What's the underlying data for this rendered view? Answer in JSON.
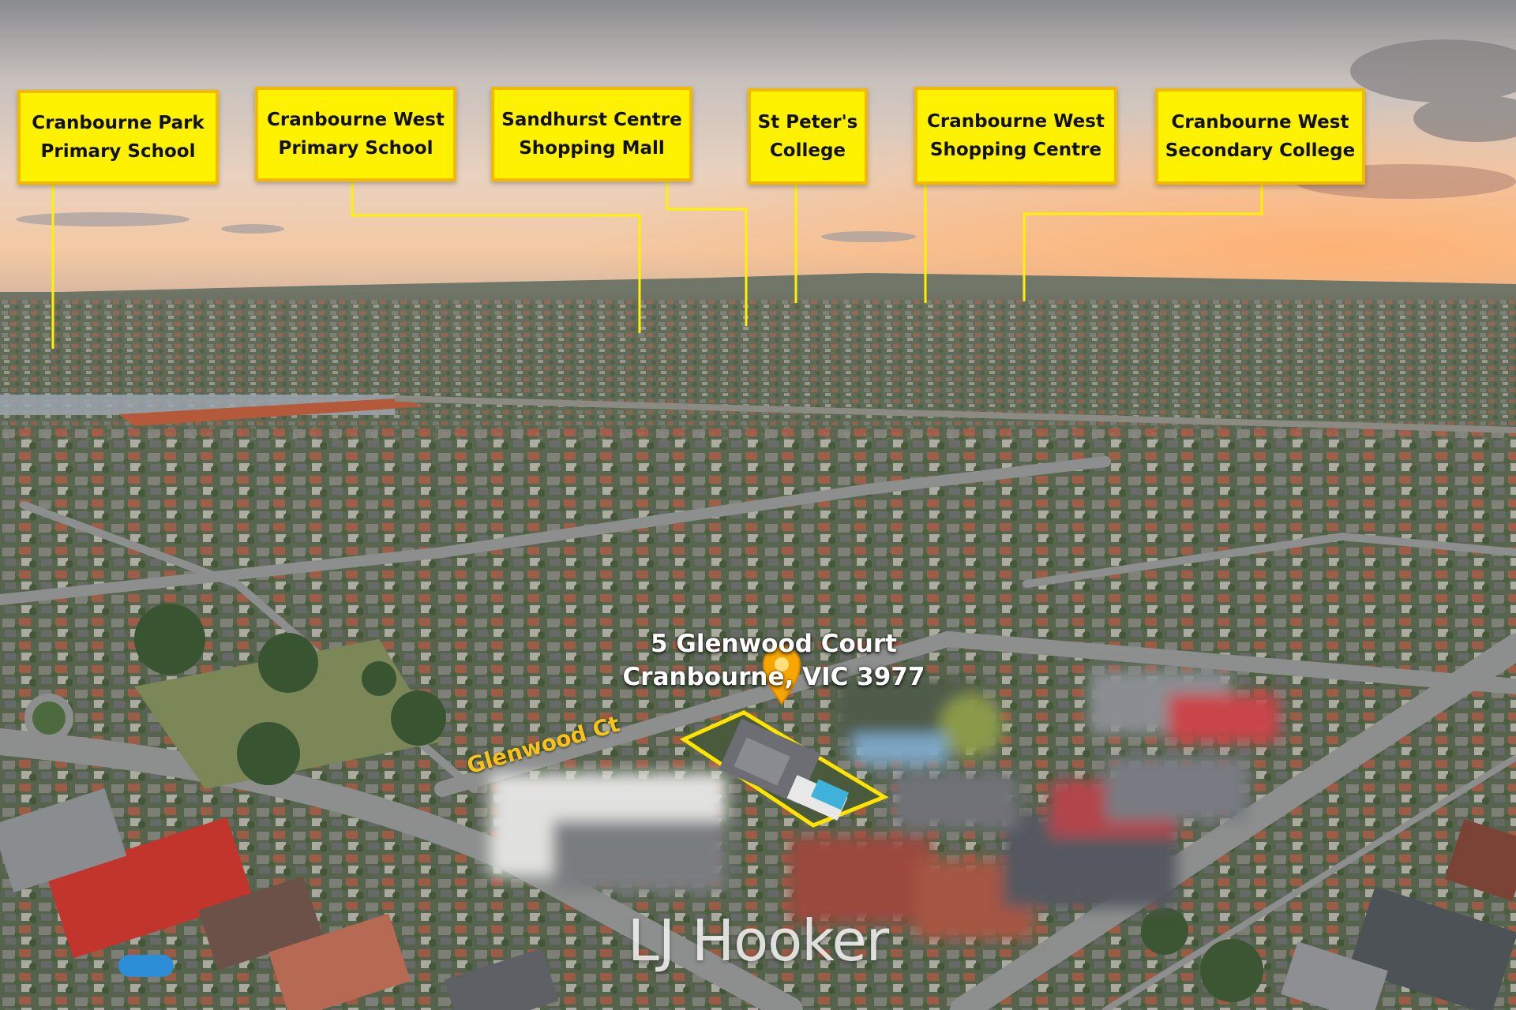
{
  "points_of_interest": [
    {
      "label": "Cranbourne Park\nPrimary School"
    },
    {
      "label": "Cranbourne West\nPrimary School"
    },
    {
      "label": "Sandhurst Centre\nShopping Mall"
    },
    {
      "label": "St Peter's\nCollege"
    },
    {
      "label": "Cranbourne West\nShopping Centre"
    },
    {
      "label": "Cranbourne West\nSecondary College"
    }
  ],
  "property": {
    "address": "5 Glenwood Court\nCranbourne, VIC 3977",
    "street": "Glenwood Ct",
    "marker_icon": "map-pin-icon"
  },
  "watermark": "LJ Hooker",
  "colors": {
    "label_fill": "#fff200",
    "label_border": "#f3b800",
    "leader_line": "#fff200",
    "property_outline": "#ffe400",
    "pin": "#f7a600",
    "street_text": "#f5c319"
  }
}
